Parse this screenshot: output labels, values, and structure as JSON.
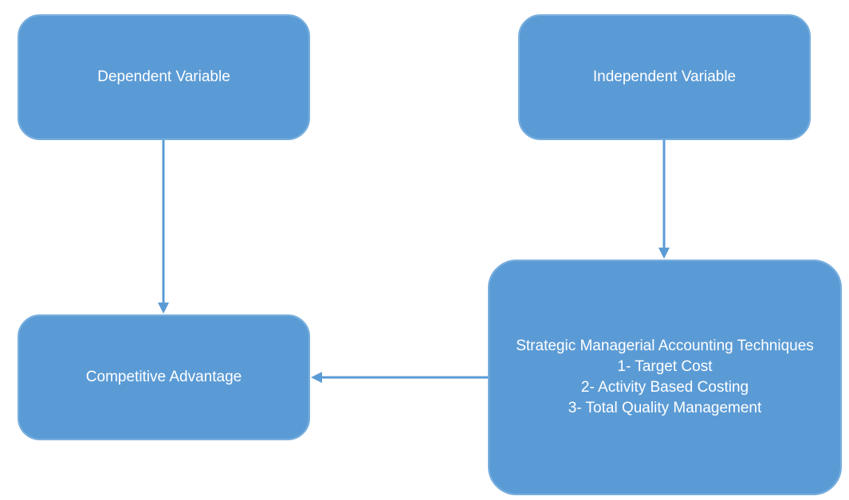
{
  "nodes": {
    "dependent": {
      "label": "Dependent Variable"
    },
    "independent": {
      "label": "Independent Variable"
    },
    "competitive": {
      "label": "Competitive Advantage"
    },
    "techniques": {
      "title": "Strategic Managerial Accounting Techniques",
      "items": [
        "1- Target Cost",
        "2- Activity Based Costing",
        "3- Total Quality Management"
      ]
    }
  },
  "colors": {
    "box_fill": "#5b9bd5",
    "arrow": "#5b9bd5",
    "text": "#ffffff"
  }
}
